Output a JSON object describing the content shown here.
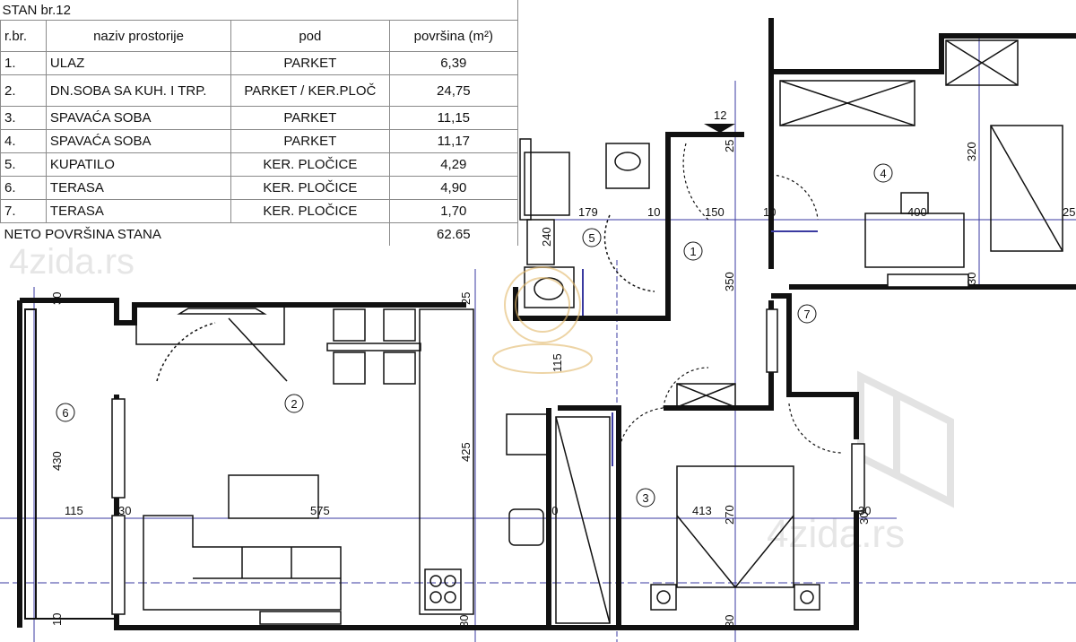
{
  "room_table": {
    "title": "STAN br.12",
    "headers": [
      "r.br.",
      "naziv prostorije",
      "pod",
      "površina (m²)"
    ],
    "rows": [
      {
        "num": "1.",
        "name": "ULAZ",
        "floor": "PARKET",
        "area": "6,39"
      },
      {
        "num": "2.",
        "name": "DN.SOBA SA KUH. I TRP.",
        "floor": "PARKET / KER.PLOČ",
        "area": "24,75"
      },
      {
        "num": "3.",
        "name": "SPAVAĆA SOBA",
        "floor": "PARKET",
        "area": "11,15"
      },
      {
        "num": "4.",
        "name": "SPAVAĆA SOBA",
        "floor": "PARKET",
        "area": "11,17"
      },
      {
        "num": "5.",
        "name": "KUPATILO",
        "floor": "KER. PLOČICE",
        "area": "4,29"
      },
      {
        "num": "6.",
        "name": "TERASA",
        "floor": "KER. PLOČICE",
        "area": "4,90"
      },
      {
        "num": "7.",
        "name": "TERASA",
        "floor": "KER. PLOČICE",
        "area": "1,70"
      }
    ],
    "total_label": "NETO POVRŠINA STANA",
    "total_area": "62.65"
  },
  "plan": {
    "entrance_marker": "12",
    "room_labels": {
      "r1": "1",
      "r2": "2",
      "r3": "3",
      "r4": "4",
      "r5": "5",
      "r6": "6",
      "r7": "7"
    },
    "dimensions": {
      "d179": "179",
      "d10a": "10",
      "d150": "150",
      "d10b": "10",
      "d400": "400",
      "d25r": "25",
      "d25top": "25",
      "d320": "320",
      "d240": "240",
      "d350": "350",
      "d30a": "30",
      "d30b": "30",
      "d25b": "25",
      "d115v": "115",
      "d430": "430",
      "d425": "425",
      "d115h": "115",
      "d30c": "30",
      "d575": "575",
      "d10c": "10",
      "d413": "413",
      "d270": "270",
      "d30d": "30",
      "d30e": "30",
      "d30f": "30",
      "d30g": "30",
      "d10d": "10"
    },
    "watermark": "4zida.rs"
  }
}
